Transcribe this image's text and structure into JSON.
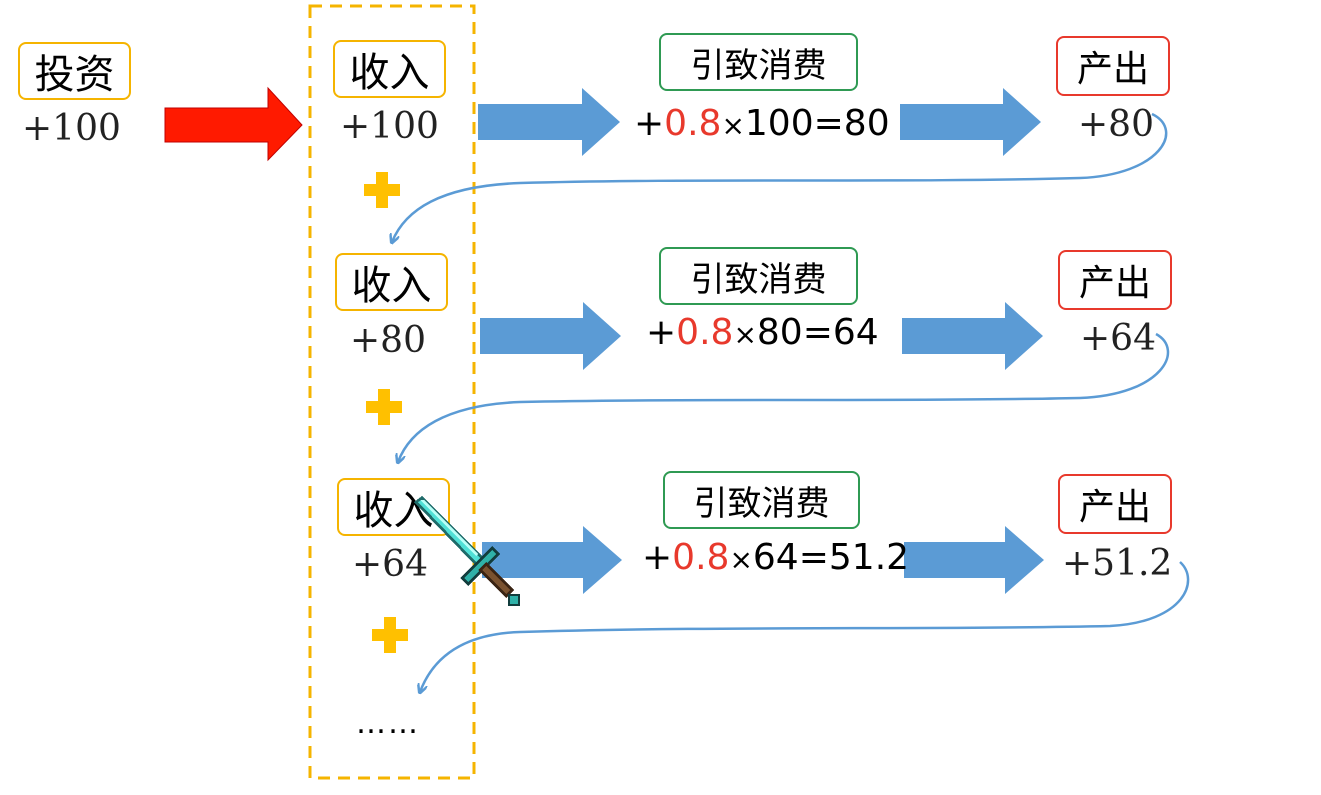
{
  "investment": {
    "label": "投资",
    "value": "+100"
  },
  "rounds": [
    {
      "income_label": "收入",
      "income_value": "+100",
      "consumption_label": "引致消费",
      "formula_prefix": "+",
      "coefficient": "0.8",
      "times": "×",
      "formula_rest": "100=80",
      "output_label": "产出",
      "output_value": "+80"
    },
    {
      "income_label": "收入",
      "income_value": "+80",
      "consumption_label": "引致消费",
      "formula_prefix": "+",
      "coefficient": "0.8",
      "times": "×",
      "formula_rest": "80=64",
      "output_label": "产出",
      "output_value": "+64"
    },
    {
      "income_label": "收入",
      "income_value": "+64",
      "consumption_label": "引致消费",
      "formula_prefix": "+",
      "coefficient": "0.8",
      "times": "×",
      "formula_rest": "64=51.2",
      "output_label": "产出",
      "output_value": "+51.2"
    }
  ],
  "ellipsis": "……",
  "colors": {
    "income_border": "#f5b400",
    "consumption_border": "#2f9a53",
    "output_border": "#e8392c",
    "coefficient": "#e8392c",
    "arrow_blue": "#5b9bd5",
    "arrow_red": "#ff1a00",
    "plus_sign": "#ffc000",
    "dashed_frame": "#f5b400"
  },
  "icons": [
    "sword-icon",
    "plus-icon",
    "right-arrow-icon",
    "curved-return-arrow-icon"
  ]
}
